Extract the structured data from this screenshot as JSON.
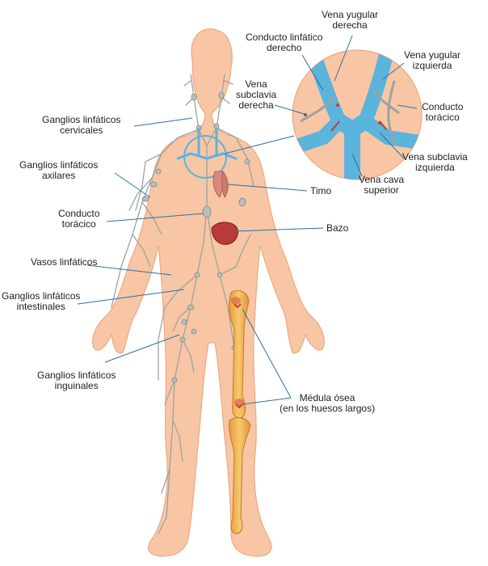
{
  "labels": {
    "conducto_derecho": [
      "Conducto linfático",
      "derecho"
    ],
    "yugular_derecha": [
      "Vena yugular",
      "derecha"
    ],
    "yugular_izquierda": [
      "Vena yugular",
      "izquierda"
    ],
    "subclavia_derecha": [
      "Vena",
      "subclavia",
      "derecha"
    ],
    "conducto_toracico_inset": [
      "Conducto",
      "torácico"
    ],
    "subclavia_izquierda": [
      "Vena subclavia",
      "izquierda"
    ],
    "cava_superior": [
      "Vena cava",
      "superior"
    ],
    "cervicales": [
      "Ganglios linfáticos",
      "cervicales"
    ],
    "axilares": [
      "Ganglios linfáticos",
      "axilares"
    ],
    "conducto_toracico": [
      "Conducto",
      "torácico"
    ],
    "timo": "Timo",
    "bazo": "Bazo",
    "vasos": "Vasos linfáticos",
    "intestinales": [
      "Ganglios linfáticos",
      "intestinales"
    ],
    "inguinales": [
      "Ganglios linfáticos",
      "inguinales"
    ],
    "medula": [
      "Médula ósea",
      "(en los huesos largos)"
    ]
  },
  "colors": {
    "skin": "#f8c6a4",
    "skin_edge": "#eaa983",
    "lymph": "#9aa4a0",
    "vein": "#5ab4dc",
    "organ": "#b83a3a",
    "thymus": "#d98a7a",
    "bone": "#f2b45a",
    "leader": "#2e6fa8"
  }
}
